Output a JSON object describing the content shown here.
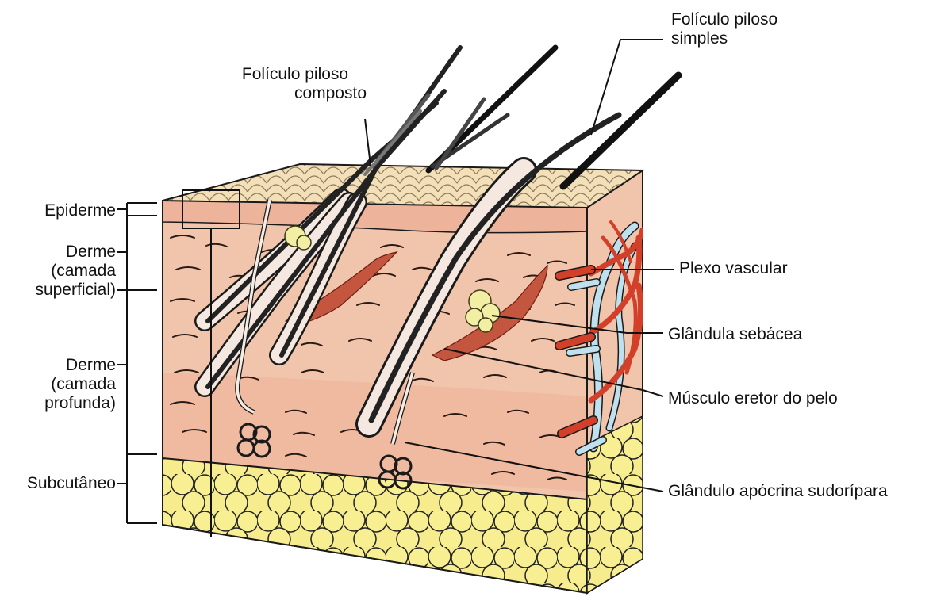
{
  "labels": {
    "epiderme": "Epiderme",
    "derme_sup": [
      "Derme",
      "(camada",
      "superficial)"
    ],
    "derme_prof": [
      "Derme",
      "(camada",
      "profunda)"
    ],
    "subcutaneo": "Subcutâneo",
    "foliculo_composto": [
      "Folículo piloso",
      "composto"
    ],
    "foliculo_simples": [
      "Folículo piloso",
      "simples"
    ],
    "plexo": "Plexo vascular",
    "sebacea": "Glândula sebácea",
    "musculo": "Músculo eretor do pelo",
    "apocrina": "Glândulo apócrina sudorípara"
  },
  "colors": {
    "epidermis_top": "#f3dfb8",
    "dermis": "#f1c4ac",
    "fat": "#f6ec8e",
    "vessel_red": "#d2402a",
    "vessel_blue": "#bfe0ee",
    "muscle": "#c4553f",
    "outline": "#1a1a1a"
  }
}
